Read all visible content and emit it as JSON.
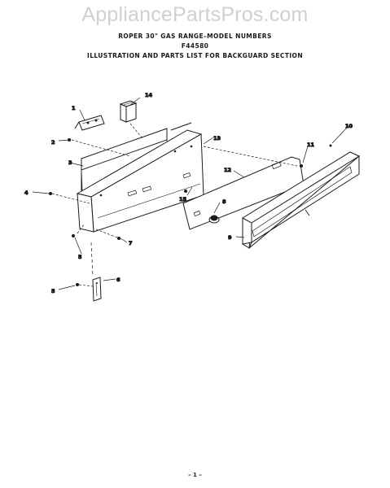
{
  "watermark": "AppliancePartsPros.com",
  "header": {
    "line1": "ROPER 30\" GAS RANGE–MODEL NUMBERS",
    "line2": "F44580",
    "line3": "ILLUSTRATION AND PARTS LIST FOR BACKGUARD SECTION"
  },
  "callouts": {
    "c1": "1",
    "c2": "2",
    "c3": "3",
    "c4": "4",
    "c5a": "5",
    "c5b": "5",
    "c6": "6",
    "c7": "7",
    "c8": "8",
    "c9": "9",
    "c10": "10",
    "c11": "11",
    "c12": "12",
    "c13": "13",
    "c14": "14",
    "c15": "15"
  },
  "page_number": "– 1 –"
}
